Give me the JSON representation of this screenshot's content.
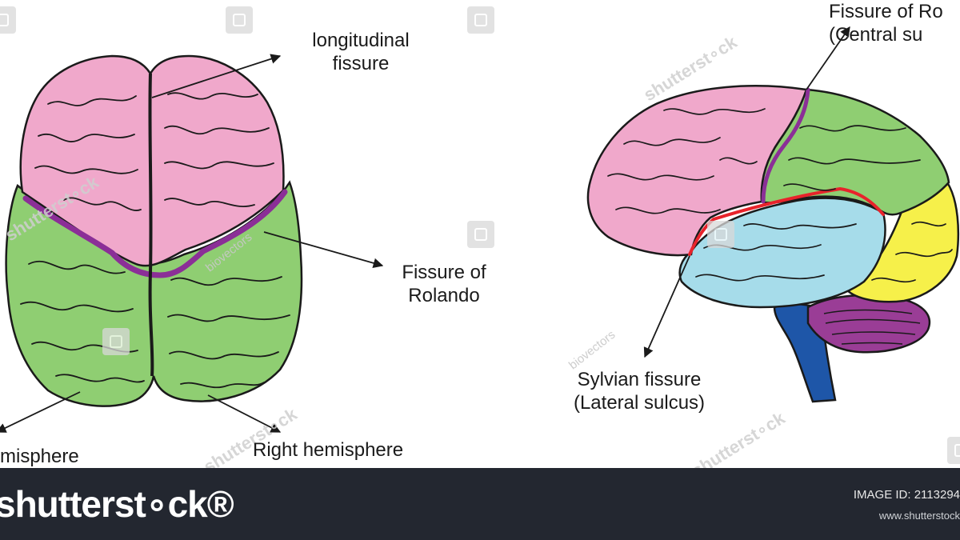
{
  "labels": {
    "longitudinal_fissure": "longitudinal\nfissure",
    "fissure_of_rolando": "Fissure of\nRolando",
    "left_hemisphere": "misphere",
    "right_hemisphere": "Right hemisphere",
    "central_sulcus": "Fissure of Ro\n(Central su",
    "sylvian_fissure": "Sylvian fissure\n(Lateral sulcus)"
  },
  "watermarks": {
    "brand": "shutterst∘ck",
    "author": "biovectors"
  },
  "footer": {
    "logo": "shutterst∘ck®",
    "image_id": "IMAGE ID: 2113294",
    "url": "www.shutterstock"
  },
  "colors": {
    "frontal": "#f0a8cb",
    "parietal": "#8fce72",
    "temporal": "#a6dcea",
    "occipital": "#f6f04a",
    "cerebellum": "#9a3d96",
    "brainstem": "#1e56a8",
    "rolando_line": "#8b2f97",
    "sylvian_line": "#e8232b",
    "outline": "#1a1a1a",
    "footer_bg": "#232730"
  }
}
